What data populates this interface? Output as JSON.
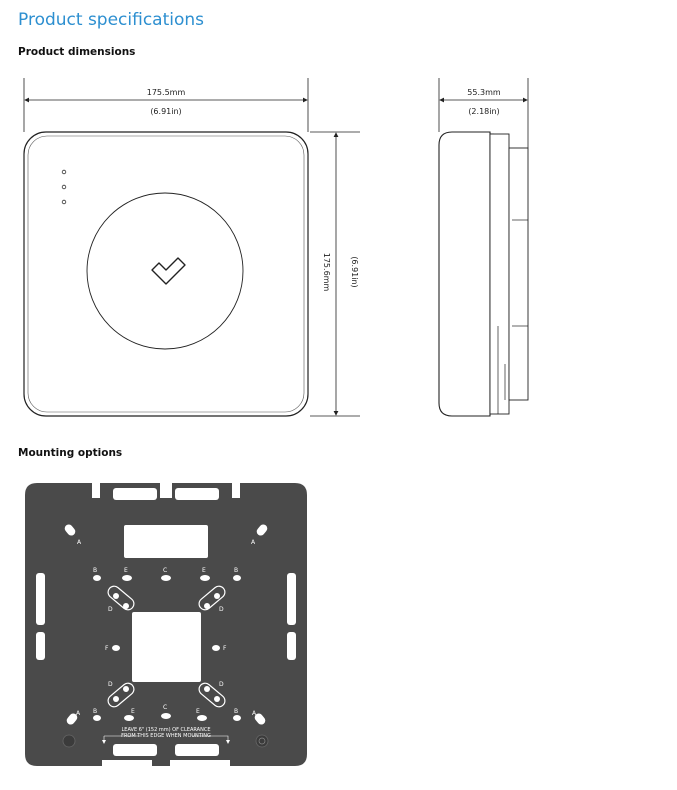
{
  "page": {
    "title": "Product specifications",
    "dimensions_heading": "Product dimensions",
    "mounting_heading": "Mounting options"
  },
  "front_view": {
    "width_mm": "175.5mm",
    "width_in": "(6.91in)",
    "height_mm": "175.6mm",
    "height_in": "(6.91in)"
  },
  "side_view": {
    "depth_mm": "55.3mm",
    "depth_in": "(2.18in)"
  },
  "mounting_plate": {
    "color": "#4a4a4a",
    "hole_labels": {
      "a": "A",
      "b": "B",
      "c": "C",
      "d": "D",
      "e": "E",
      "f": "F"
    },
    "note_line1": "LEAVE 6\" (152 mm) OF CLEARANCE",
    "note_line2": "FROM THIS EDGE WHEN MOUNTING"
  },
  "icons": [
    "brand-logo-icon",
    "status-led-icon",
    "arrow-icon"
  ]
}
